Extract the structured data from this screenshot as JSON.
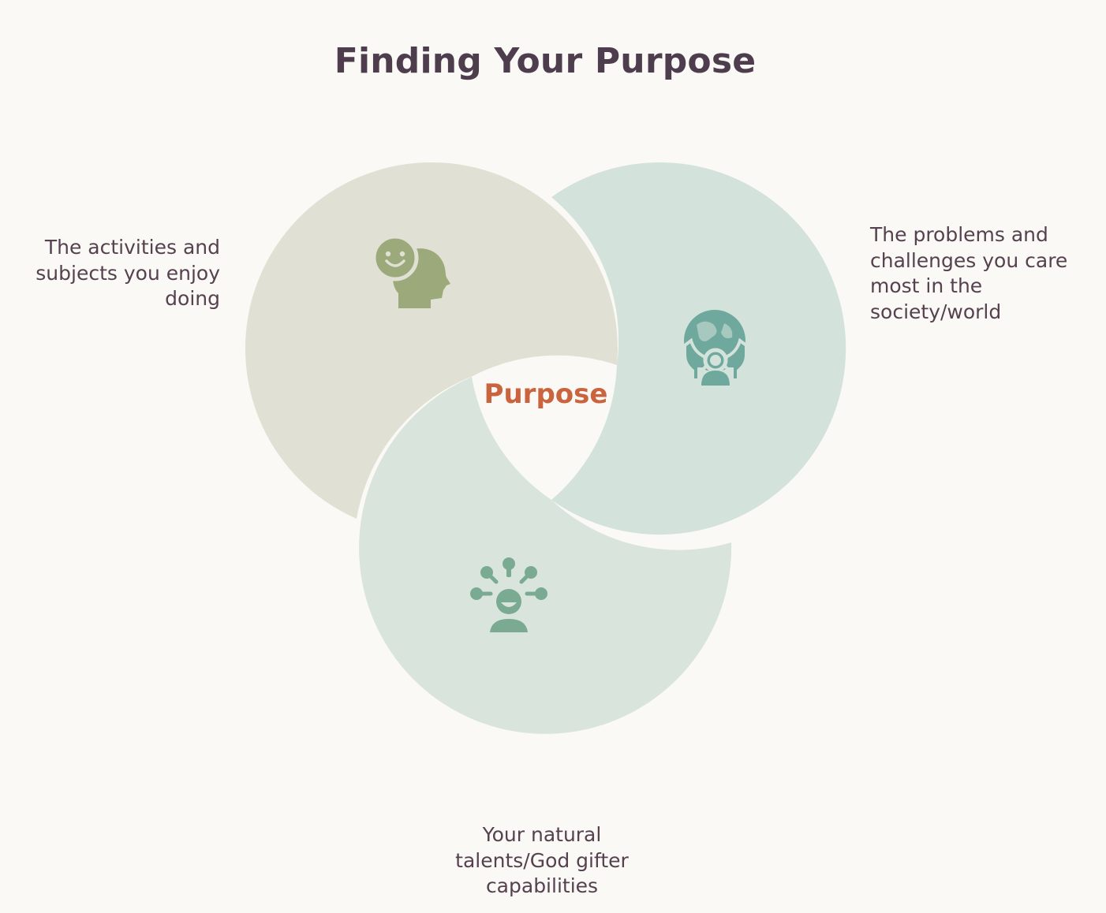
{
  "title": "Finding Your Purpose",
  "center_label": "Purpose",
  "circles": [
    {
      "key": "enjoy",
      "label": "The activities and subjects you enjoy doing",
      "icon": "happy-head-icon",
      "fill": "#e0e1d4",
      "icon_color": "#9ba97b"
    },
    {
      "key": "care",
      "label": "The problems and challenges you care most in the society/world",
      "icon": "world-care-icon",
      "fill": "#d4e2dc",
      "icon_color": "#6fa89c"
    },
    {
      "key": "talents",
      "label": "Your natural talents/God gifter capabilities",
      "icon": "idea-person-icon",
      "fill": "#d9e4dc",
      "icon_color": "#7aab92"
    }
  ],
  "colors": {
    "background": "#faf9f5",
    "title": "#4d3d4d",
    "text": "#55414f",
    "accent": "#c9643e"
  }
}
